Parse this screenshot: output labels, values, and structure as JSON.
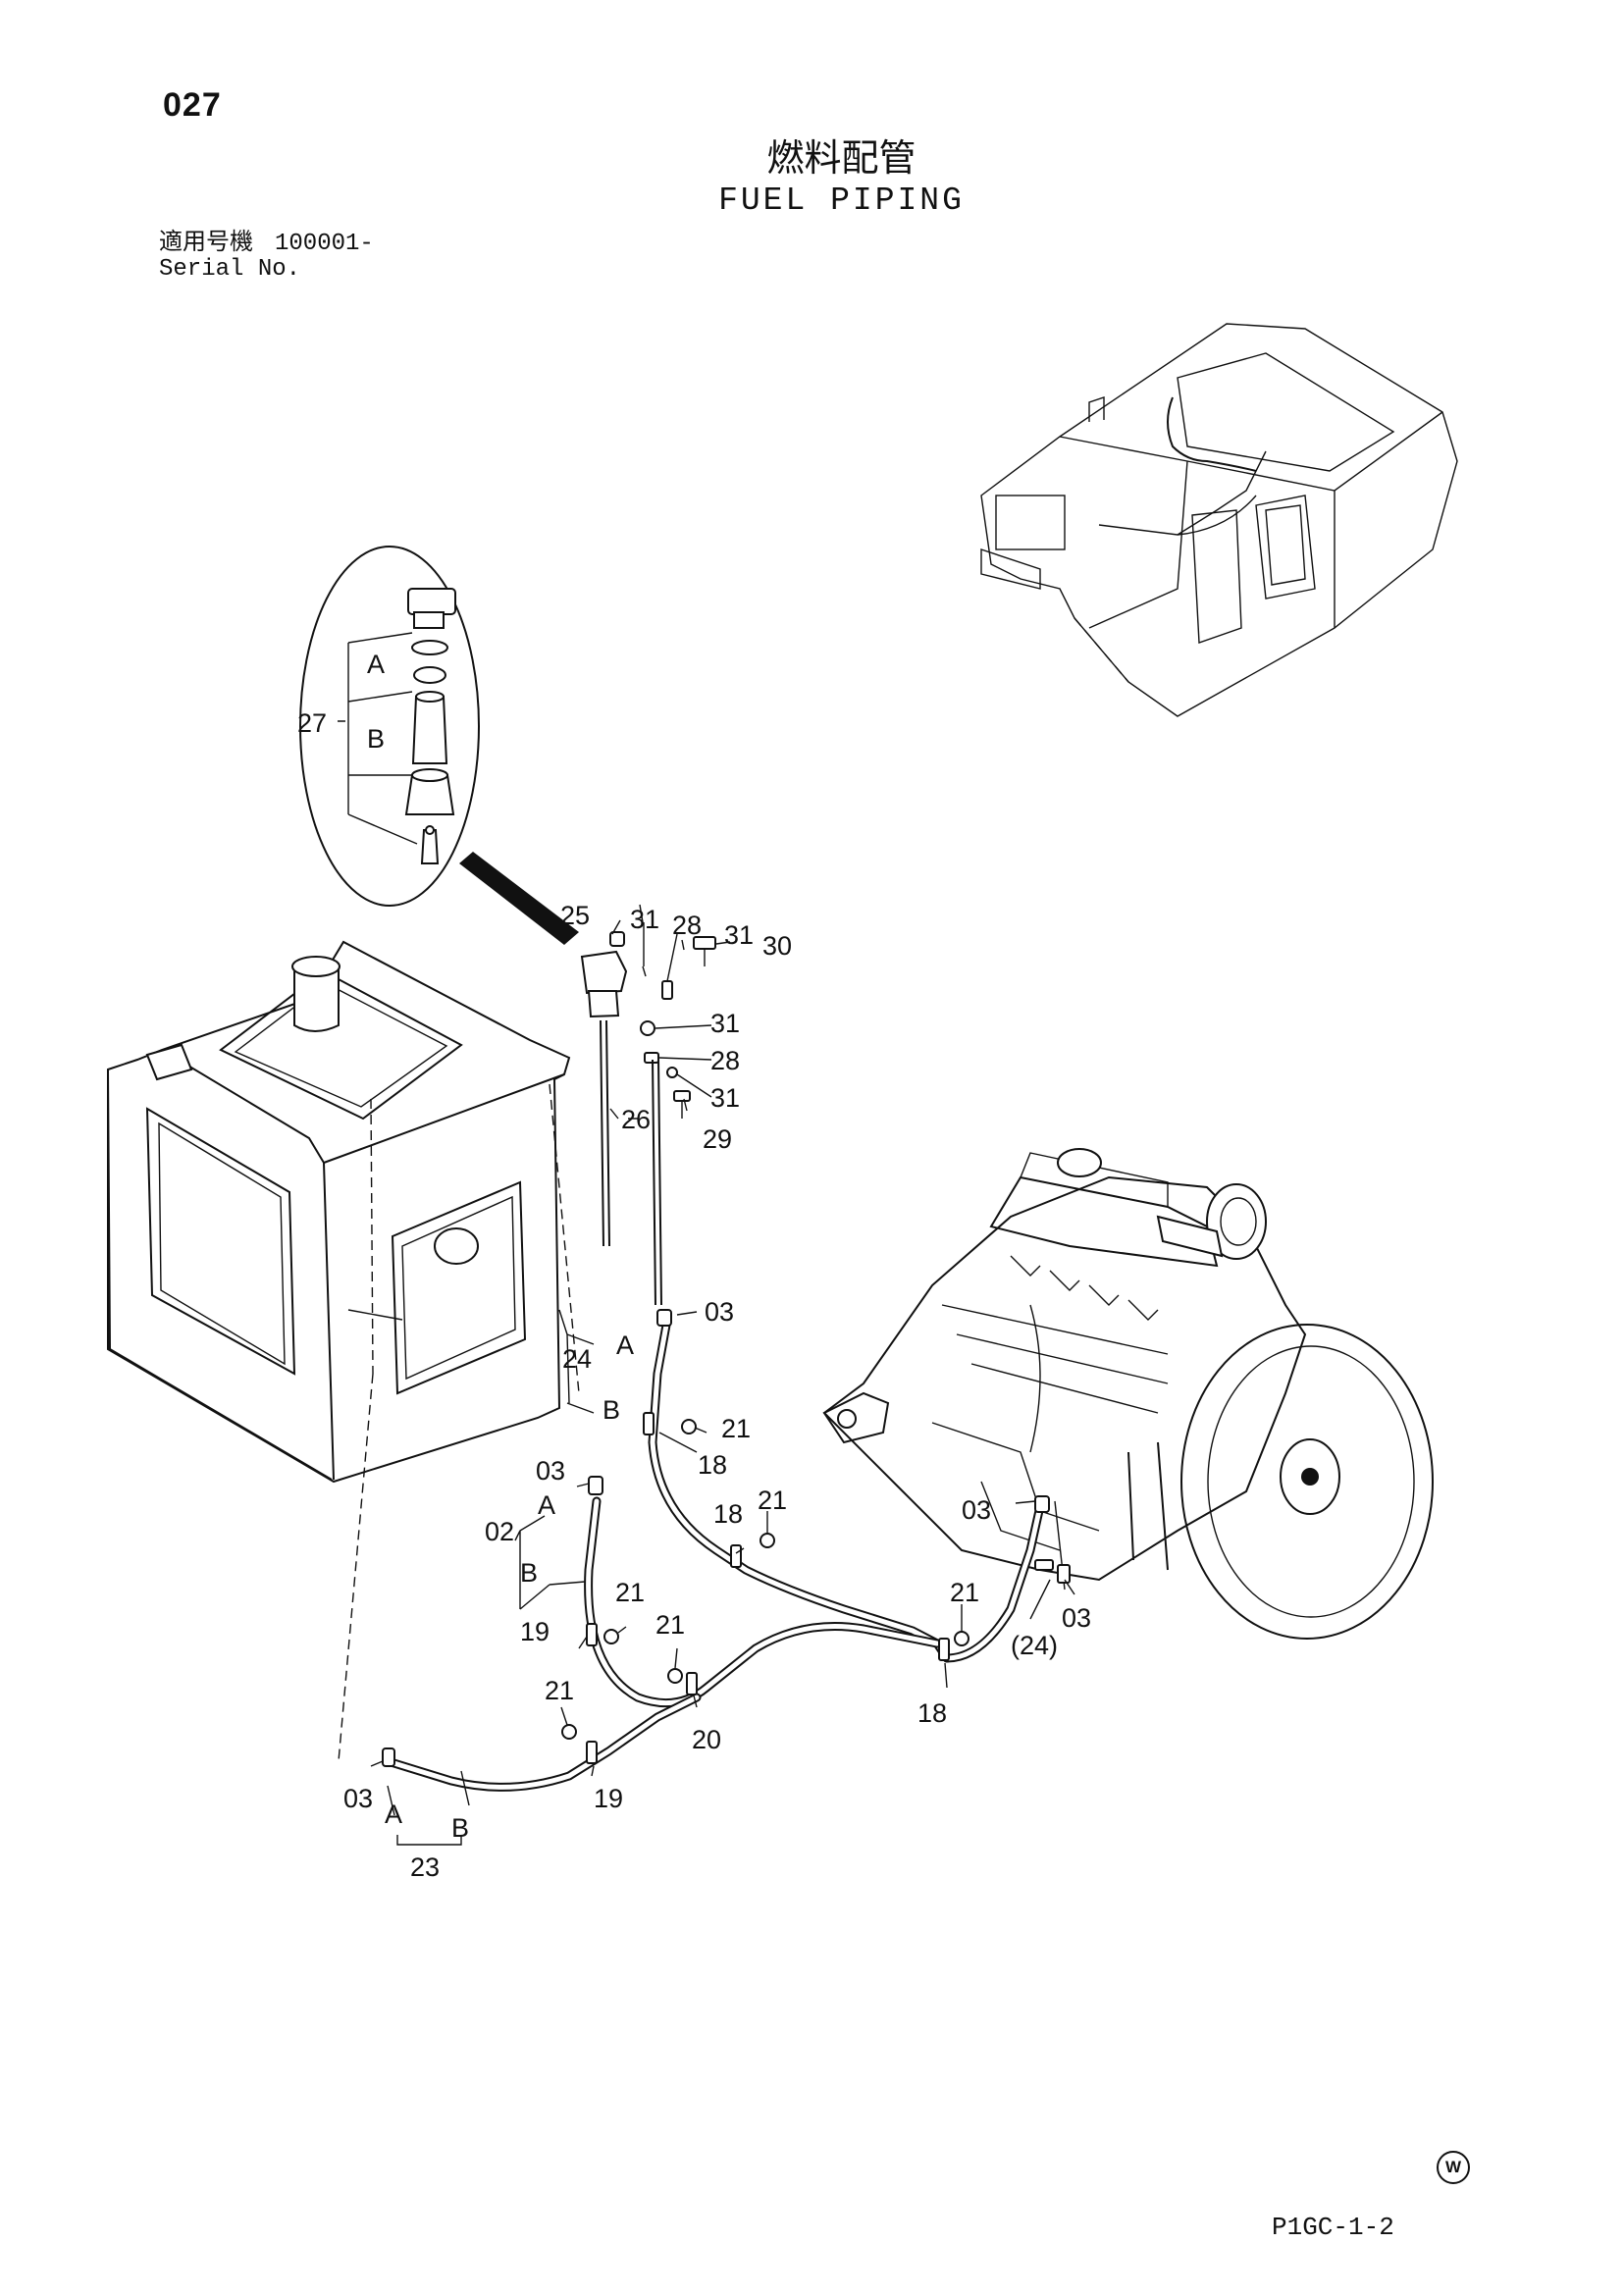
{
  "header": {
    "page_no": "027",
    "title_jp": "燃料配管",
    "title_en": "FUEL PIPING"
  },
  "serial": {
    "label_jp": "適用号機",
    "number": "100001-",
    "label_en": "Serial No."
  },
  "callouts": {
    "c27": "27",
    "c27a": "A",
    "c27b": "B",
    "c25": "25",
    "c31a": "31",
    "c28a": "28",
    "c31b": "31",
    "c30": "30",
    "c31c": "31",
    "c28b": "28",
    "c31d": "31",
    "c29": "29",
    "c26": "26",
    "c03a": "03",
    "c24": "24",
    "c24a": "A",
    "c24b": "B",
    "c21a": "21",
    "c18a": "18",
    "c03b": "03",
    "c02": "02",
    "c02a": "A",
    "c02b": "B",
    "c18b": "18",
    "c21b": "21",
    "c03c": "03",
    "c21c": "21",
    "c24p": "(24)",
    "c03d": "03",
    "c18c": "18",
    "c21d": "21",
    "c19a": "19",
    "c21e": "21",
    "c20": "20",
    "c21f": "21",
    "c19b": "19",
    "c03e": "03",
    "c23a": "A",
    "c23b": "B",
    "c23": "23"
  },
  "footer": {
    "mark": "W",
    "code": "P1GC-1-2"
  },
  "icons": [
    "machine-overview-icon",
    "fuel-tank-icon",
    "engine-icon",
    "fuel-filter-detail-icon"
  ]
}
